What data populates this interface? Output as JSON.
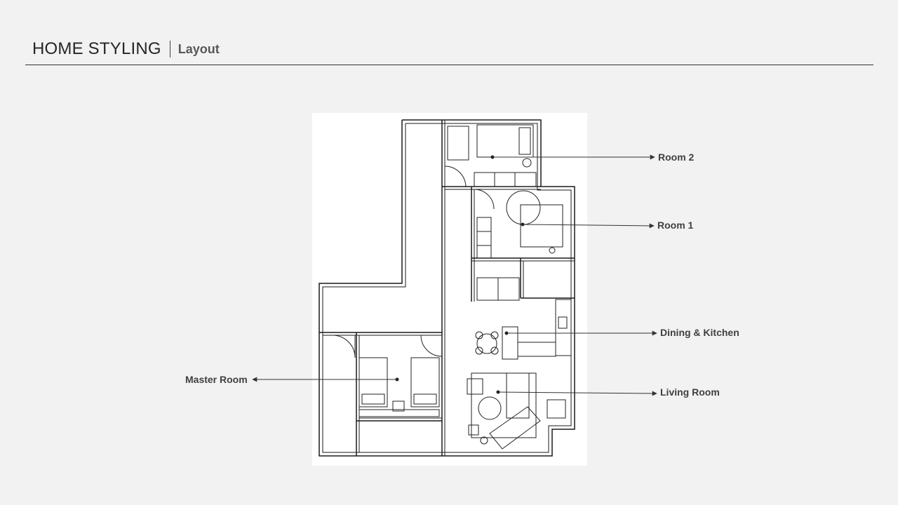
{
  "header": {
    "title": "HOME STYLING",
    "subtitle": "Layout"
  },
  "rooms": {
    "room2": "Room 2",
    "room1": "Room 1",
    "dining_kitchen": "Dining & Kitchen",
    "living_room": "Living Room",
    "master_room": "Master Room"
  }
}
